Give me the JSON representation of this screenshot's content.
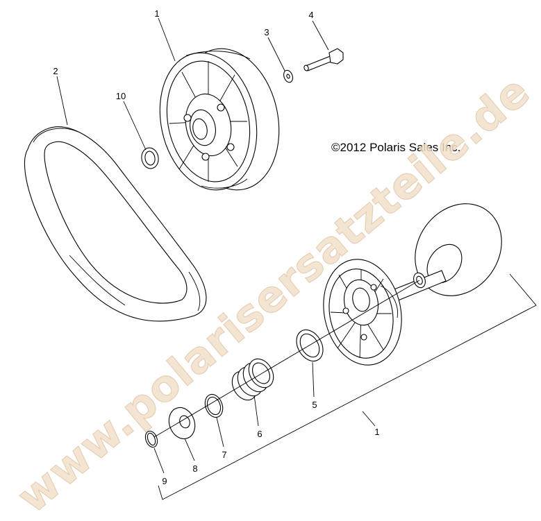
{
  "copyright": "©2012 Polaris Sales Inc.",
  "watermark": "www.polarisersatzteile.de",
  "callouts": [
    {
      "id": "label-1-top",
      "text": "1"
    },
    {
      "id": "label-2",
      "text": "2"
    },
    {
      "id": "label-3",
      "text": "3"
    },
    {
      "id": "label-4",
      "text": "4"
    },
    {
      "id": "label-10",
      "text": "10"
    },
    {
      "id": "label-5",
      "text": "5"
    },
    {
      "id": "label-6",
      "text": "6"
    },
    {
      "id": "label-7",
      "text": "7"
    },
    {
      "id": "label-8",
      "text": "8"
    },
    {
      "id": "label-9",
      "text": "9"
    },
    {
      "id": "label-1-assembly",
      "text": "1"
    }
  ],
  "colors": {
    "line": "#000000",
    "watermark_fill": "#f3e1cc",
    "watermark_stroke": "#e0c7a8",
    "background": "#ffffff"
  }
}
